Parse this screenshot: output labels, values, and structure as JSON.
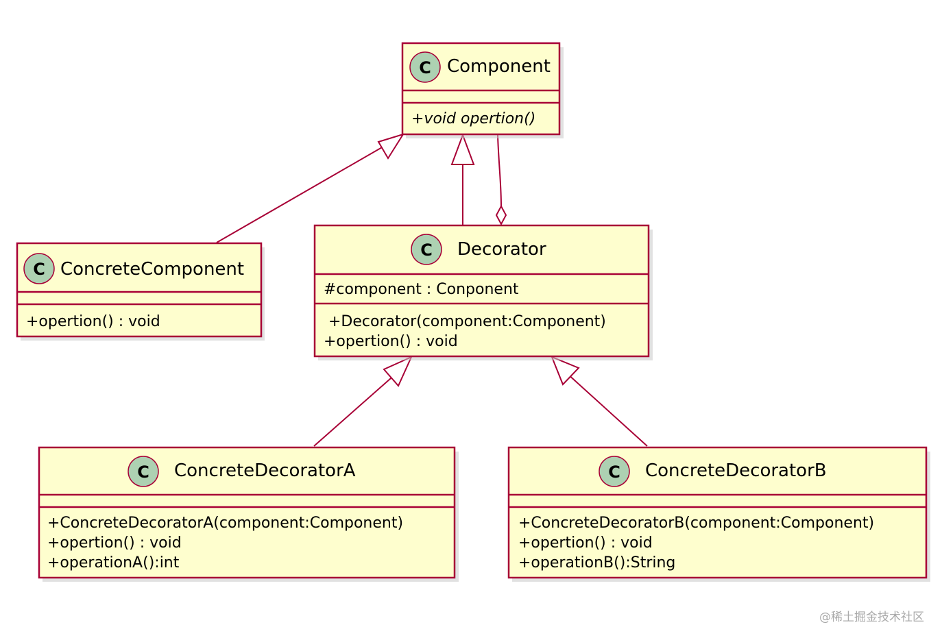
{
  "classes": {
    "component": {
      "stereotype": "C",
      "name": "Component",
      "attributes": [],
      "methods": [
        "+void opertion()"
      ]
    },
    "concrete_component": {
      "stereotype": "C",
      "name": "ConcreteComponent",
      "attributes": [],
      "methods": [
        "+opertion() : void"
      ]
    },
    "decorator": {
      "stereotype": "C",
      "name": "Decorator",
      "attributes": [
        "#component : Conponent"
      ],
      "methods": [
        " +Decorator(component:Component)",
        "+opertion() : void"
      ]
    },
    "concrete_decorator_a": {
      "stereotype": "C",
      "name": "ConcreteDecoratorA",
      "attributes": [],
      "methods": [
        "+ConcreteDecoratorA(component:Component)",
        "+opertion() : void",
        "+operationA():int"
      ]
    },
    "concrete_decorator_b": {
      "stereotype": "C",
      "name": "ConcreteDecoratorB",
      "attributes": [],
      "methods": [
        "+ConcreteDecoratorB(component:Component)",
        "+opertion() : void",
        "+operationB():String"
      ]
    }
  },
  "relations": [
    {
      "type": "generalization",
      "from": "concrete_component",
      "to": "component"
    },
    {
      "type": "generalization",
      "from": "decorator",
      "to": "component"
    },
    {
      "type": "aggregation",
      "from": "component",
      "to": "decorator"
    },
    {
      "type": "generalization",
      "from": "concrete_decorator_a",
      "to": "decorator"
    },
    {
      "type": "generalization",
      "from": "concrete_decorator_b",
      "to": "decorator"
    }
  ],
  "colors": {
    "class_fill": "#FEFECE",
    "border": "#A80036",
    "badge_fill": "#ADD1B2"
  },
  "watermark": "@稀土掘金技术社区"
}
